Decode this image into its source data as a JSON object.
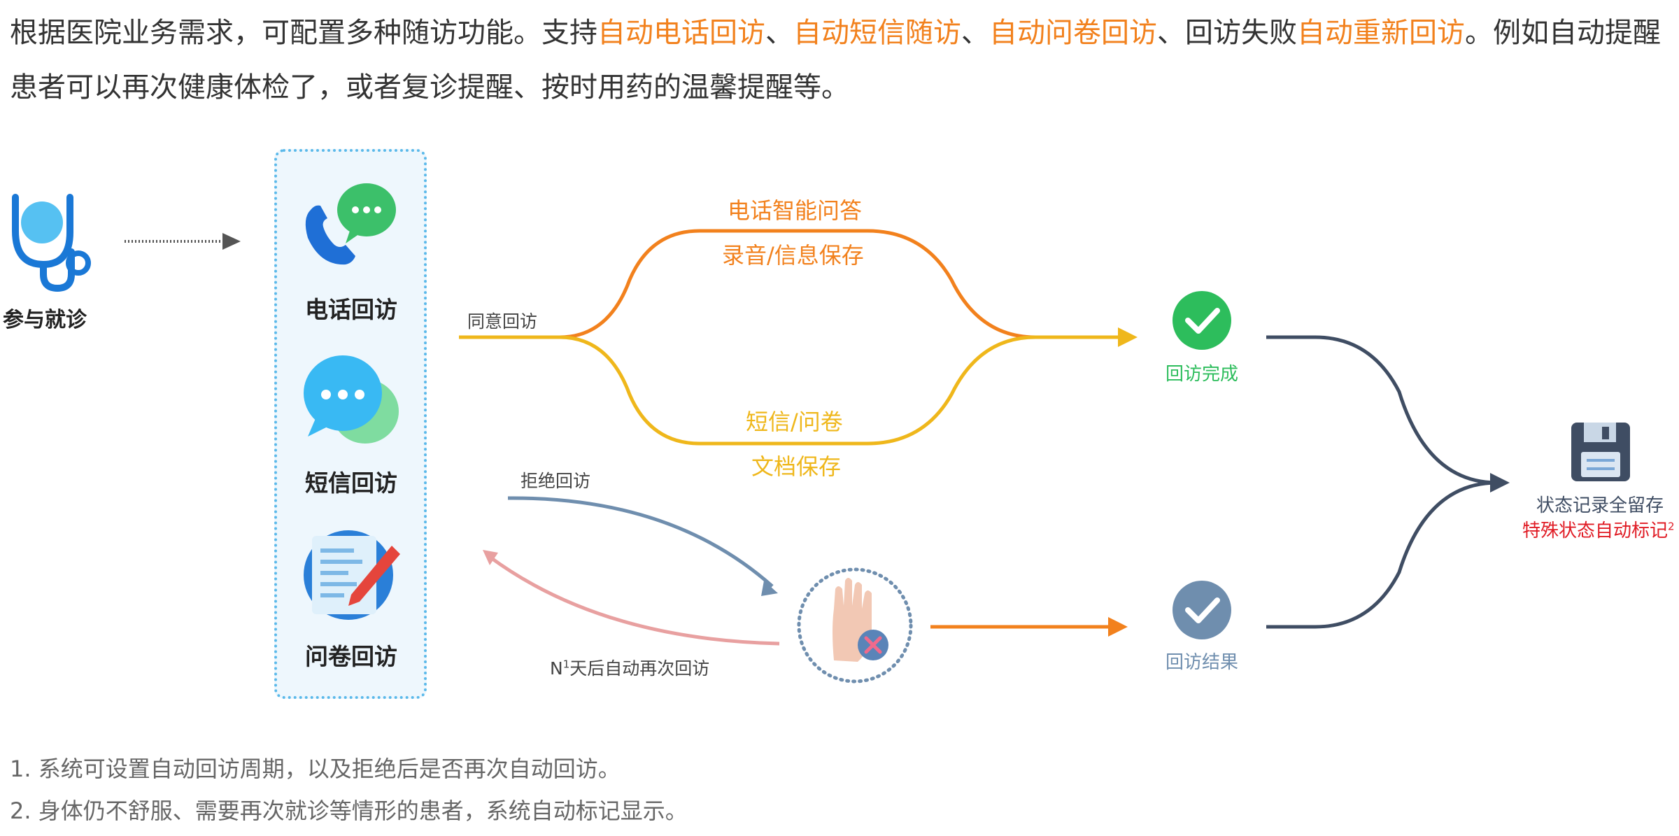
{
  "intro": {
    "p1": "根据医院业务需求，可配置多种随访功能。支持",
    "h1": "自动电话回访",
    "s1": "、",
    "h2": "自动短信随访",
    "s2": "、",
    "h3": "自动问卷回访",
    "s3": "、回访失败",
    "h4": "自动重新回访",
    "s4": "。例如自动提醒患者可以再次健康体检了，或者复诊提醒、按时用药的温馨提醒等。"
  },
  "nodes": {
    "participate": "参与就诊",
    "phone": "电话回访",
    "sms": "短信回访",
    "survey": "问卷回访",
    "agree": "同意回访",
    "refuse": "拒绝回访",
    "retry_prefix": "N",
    "retry_sup": "1",
    "retry_rest": "天后自动再次回访",
    "phone_top": "电话智能问答",
    "phone_bottom": "录音/信息保存",
    "sms_top": "短信/问卷",
    "sms_bottom": "文档保存",
    "done": "回访完成",
    "result": "回访结果",
    "save_line1": "状态记录全留存",
    "save_line2": "特殊状态自动标记",
    "save_sup": "2"
  },
  "notes": {
    "n1": "1. 系统可设置自动回访周期，以及拒绝后是否再次自动回访。",
    "n2": "2. 身体仍不舒服、需要再次就诊等情形的患者，系统自动标记显示。"
  },
  "colors": {
    "orange": "#f2811d",
    "yellow": "#efb71b",
    "green": "#2dbd5c",
    "steel": "#6f8eae",
    "navy": "#3f4d63",
    "pink": "#e8a0a0",
    "red": "#e01b24",
    "panel_border": "#5bb9ea"
  },
  "icons": [
    "stethoscope-icon",
    "phone-chat-icon",
    "message-bubbles-icon",
    "survey-pen-icon",
    "check-icon",
    "rejected-hand-icon",
    "floppy-save-icon"
  ]
}
